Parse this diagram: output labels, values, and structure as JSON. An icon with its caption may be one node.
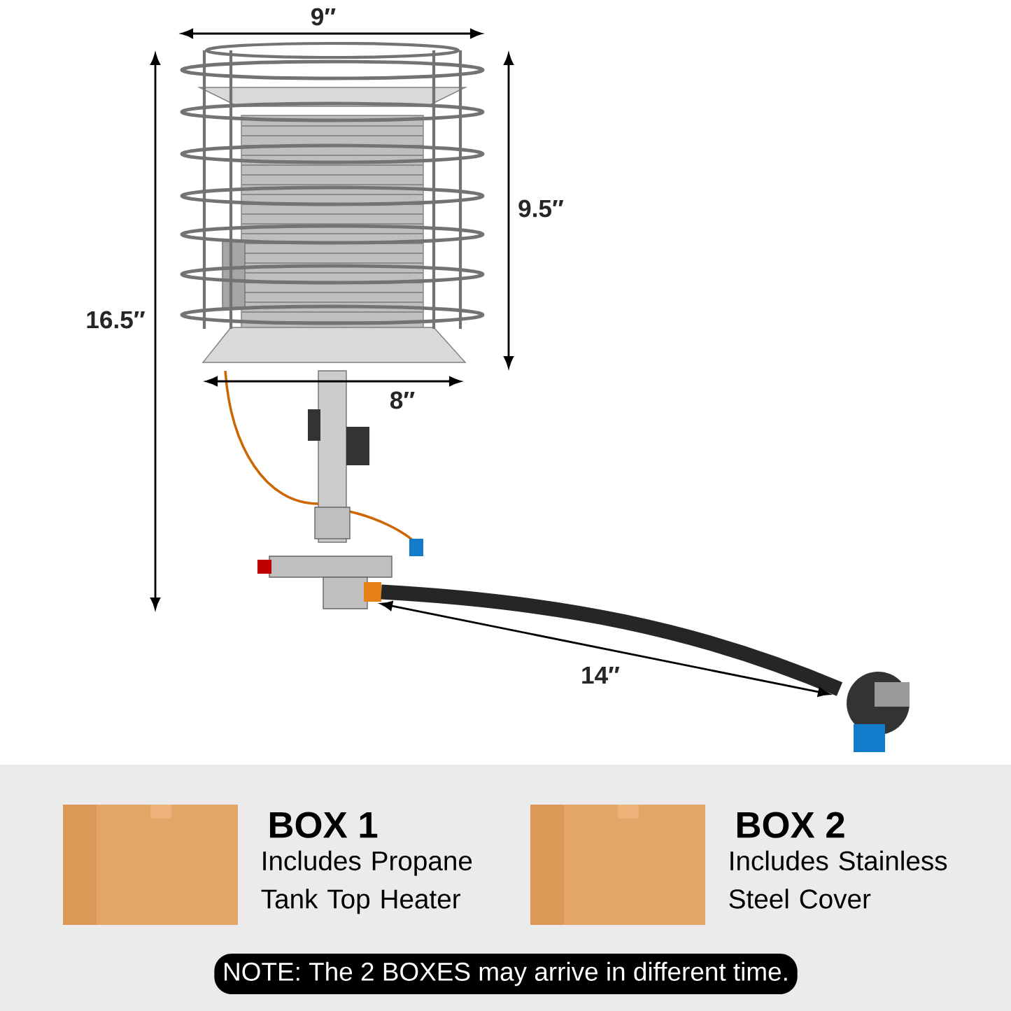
{
  "diagram": {
    "nodes": [
      {
        "text": [
          "NOTE: The 2 BOXES may arrive in different time."
        ]
      }
    ],
    "labels": [
      "9″",
      "9.5″",
      "16.5″",
      "8″",
      "14″",
      "BOX 1",
      "Includes Propane Tank Top Heater",
      "BOX 2",
      "Includes Stainless Steel Cover"
    ]
  }
}
